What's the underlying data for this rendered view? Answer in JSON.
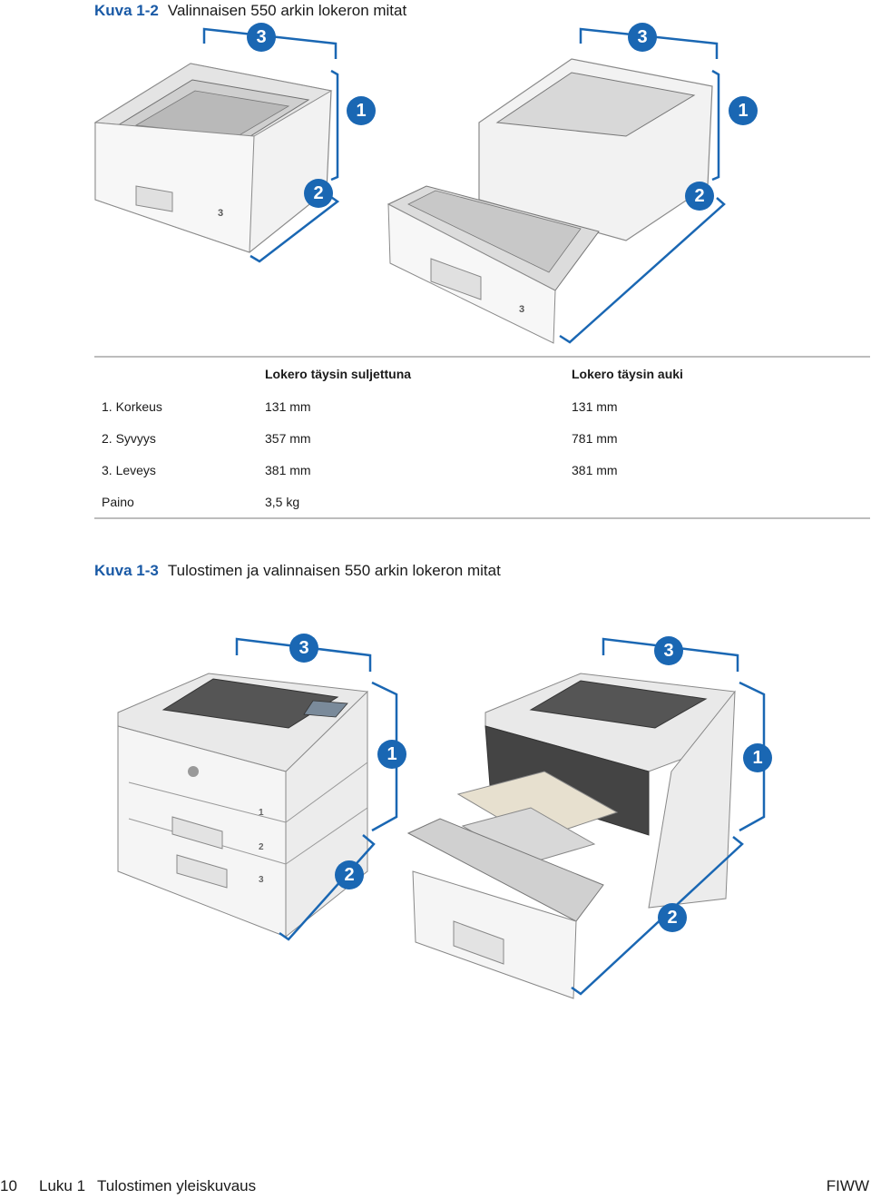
{
  "figure1": {
    "number": "Kuva 1-2",
    "title": "Valinnaisen 550 arkin lokeron mitat",
    "callouts": [
      "3",
      "1",
      "2",
      "3",
      "1",
      "2"
    ]
  },
  "spec_table": {
    "headers": [
      "",
      "Lokero täysin suljettuna",
      "Lokero täysin auki"
    ],
    "rows": [
      [
        "1. Korkeus",
        "131 mm",
        "131 mm"
      ],
      [
        "2. Syvyys",
        "357 mm",
        "781 mm"
      ],
      [
        "3. Leveys",
        "381 mm",
        "381 mm"
      ],
      [
        "Paino",
        "3,5 kg",
        ""
      ]
    ]
  },
  "figure2": {
    "number": "Kuva 1-3",
    "title": "Tulostimen ja valinnaisen 550 arkin lokeron mitat",
    "callouts": [
      "3",
      "1",
      "2",
      "3",
      "1",
      "2"
    ]
  },
  "tray_labels": [
    "3",
    "3",
    "1",
    "2",
    "3"
  ],
  "footer": {
    "page_number": "10",
    "chapter": "Luku 1",
    "chapter_title": "Tulostimen yleiskuvaus",
    "doc_code": "FIWW"
  }
}
